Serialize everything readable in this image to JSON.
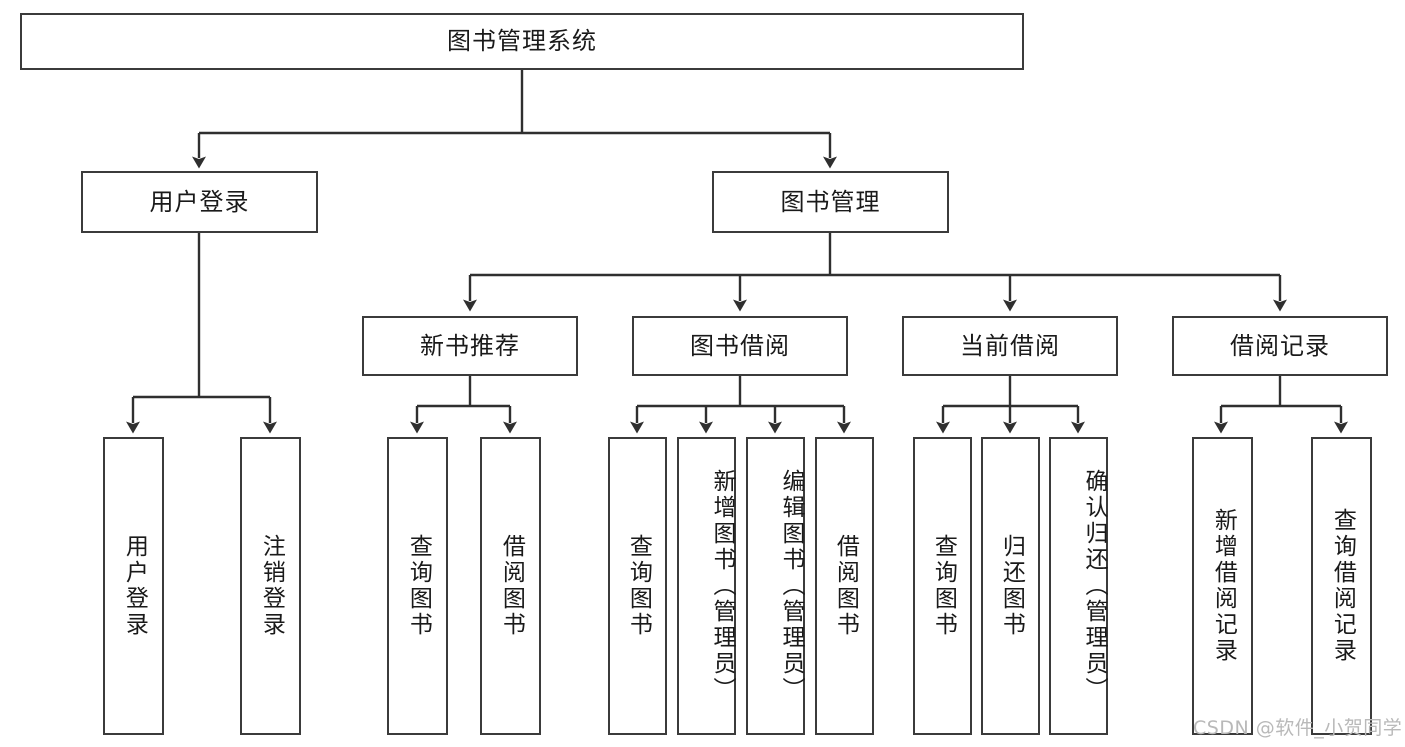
{
  "diagram": {
    "title": "图书管理系统",
    "root": {
      "label": "图书管理系统"
    },
    "level2": [
      {
        "label": "用户登录"
      },
      {
        "label": "图书管理"
      }
    ],
    "level3": [
      {
        "label": "新书推荐"
      },
      {
        "label": "图书借阅"
      },
      {
        "label": "当前借阅"
      },
      {
        "label": "借阅记录"
      }
    ],
    "leaves": {
      "user_login": [
        {
          "label": "用户登录"
        },
        {
          "label": "注销登录"
        }
      ],
      "new_book": [
        {
          "label": "查询图书"
        },
        {
          "label": "借阅图书"
        }
      ],
      "book_borrow": [
        {
          "label": "查询图书"
        },
        {
          "label": "新增图书（管理员）"
        },
        {
          "label": "编辑图书（管理员）"
        },
        {
          "label": "借阅图书"
        }
      ],
      "current_borrow": [
        {
          "label": "查询图书"
        },
        {
          "label": "归还图书"
        },
        {
          "label": "确认归还（管理员）"
        }
      ],
      "borrow_record": [
        {
          "label": "新增借阅记录"
        },
        {
          "label": "查询借阅记录"
        }
      ]
    }
  },
  "watermark": {
    "text": "CSDN @软件_小贺同学"
  },
  "colors": {
    "box_border": "#3b3b3b",
    "line": "#2f2f2f",
    "text": "#1a1a1a",
    "background": "#ffffff",
    "watermark": "#b9b9b9"
  }
}
